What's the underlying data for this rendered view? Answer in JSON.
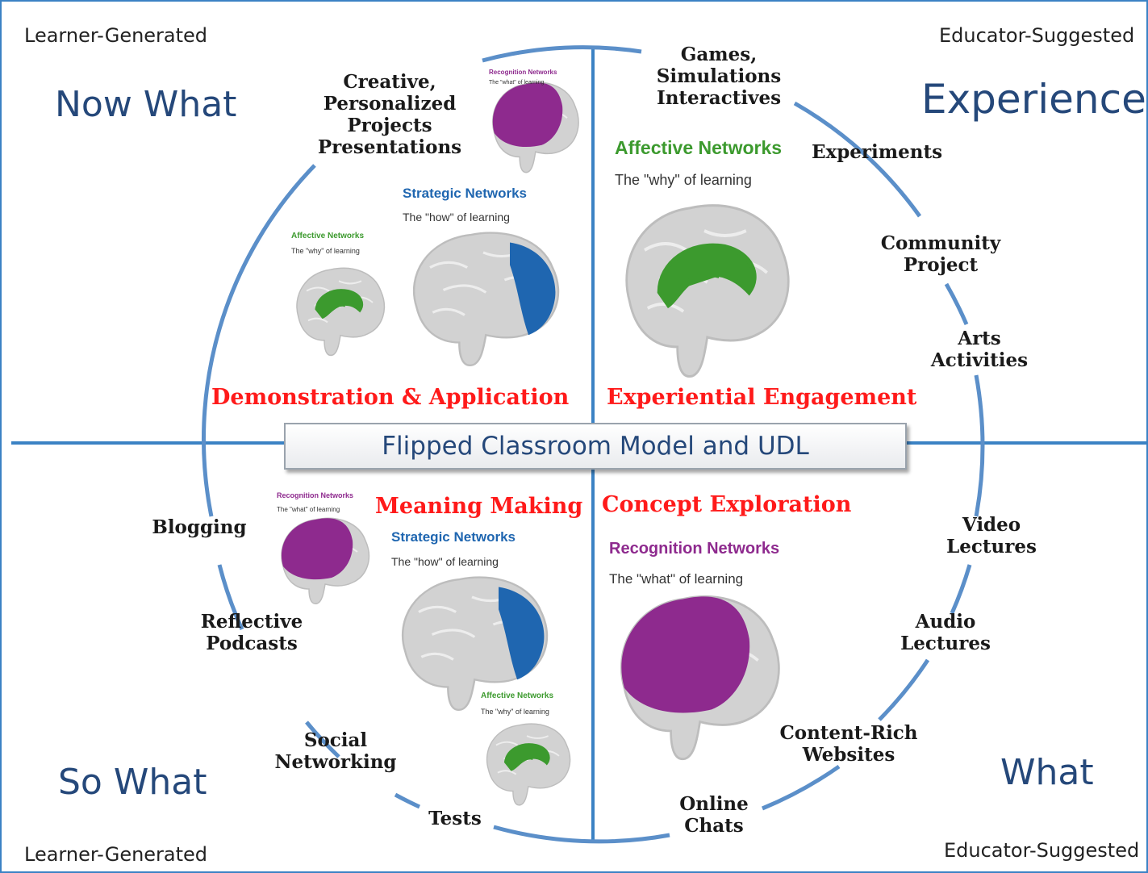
{
  "corners": {
    "top_left": "Learner-Generated",
    "top_right": "Educator-Suggested",
    "bottom_left": "Learner-Generated",
    "bottom_right": "Educator-Suggested"
  },
  "quadrants": {
    "now_what": "Now What",
    "experience": "Experience",
    "so_what": "So What",
    "what": "What"
  },
  "center_title": "Flipped Classroom Model and UDL",
  "phases": {
    "demonstration": "Demonstration & Application",
    "experiential": "Experiential Engagement",
    "meaning": "Meaning Making",
    "concept": "Concept Exploration"
  },
  "activities": {
    "games": [
      "Games,",
      "Simulations",
      "Interactives"
    ],
    "experiments": "Experiments",
    "community": [
      "Community",
      "Project"
    ],
    "arts": [
      "Arts",
      "Activities"
    ],
    "creative": [
      "Creative,",
      "Personalized",
      "Projects",
      "Presentations"
    ],
    "blogging": "Blogging",
    "reflective": [
      "Reflective",
      "Podcasts"
    ],
    "social": [
      "Social",
      "Networking"
    ],
    "tests": "Tests",
    "online": [
      "Online",
      "Chats"
    ],
    "content_rich": [
      "Content-Rich",
      "Websites"
    ],
    "audio": [
      "Audio",
      "Lectures"
    ],
    "video": [
      "Video",
      "Lectures"
    ]
  },
  "networks": {
    "recognition": "Recognition Networks",
    "recognition_sub": "The \"what\" of learning",
    "strategic": "Strategic Networks",
    "strategic_sub": "The \"how\" of learning",
    "affective": "Affective Networks",
    "affective_sub": "The \"why\" of learning"
  },
  "colors": {
    "axis": "#3b82c4",
    "circle": "#5b8fc9",
    "quadrant_text": "#25487a",
    "phase_text": "#ff1a1a",
    "recognition": "#8e2a8e",
    "strategic": "#1f66b0",
    "affective": "#3c9a2e",
    "brain_gray": "#cdcdcd"
  }
}
